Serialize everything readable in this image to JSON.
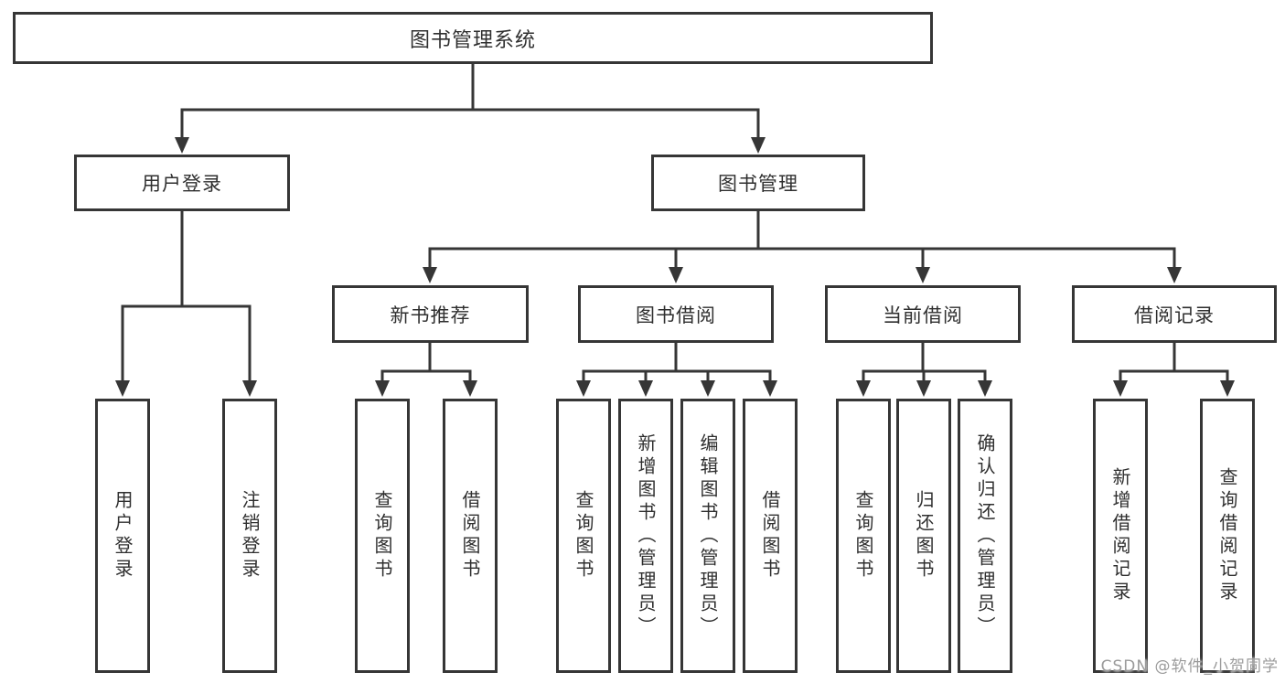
{
  "diagram": {
    "type": "hierarchy-tree",
    "colors": {
      "line": "#363636",
      "box_border": "#363636",
      "box_background": "#ffffff",
      "text": "#2f2f2f",
      "watermark_text": "#9b9b9b"
    },
    "nodes": {
      "root": "图书管理系统",
      "user_login": "用户登录",
      "book_management": "图书管理",
      "new_book_recommend": "新书推荐",
      "book_borrow": "图书借阅",
      "current_borrow": "当前借阅",
      "borrow_records": "借阅记录",
      "leaves": {
        "login": [
          "用户登录",
          "注销登录"
        ],
        "recommend": [
          "查询图书",
          "借阅图书"
        ],
        "borrow": [
          "查询图书",
          "新增图书（管理员）",
          "编辑图书（管理员）",
          "借阅图书"
        ],
        "current": [
          "查询图书",
          "归还图书",
          "确认归还（管理员）"
        ],
        "records": [
          "新增借阅记录",
          "查询借阅记录"
        ]
      }
    },
    "watermark": "CSDN @软件_小贺同学"
  }
}
